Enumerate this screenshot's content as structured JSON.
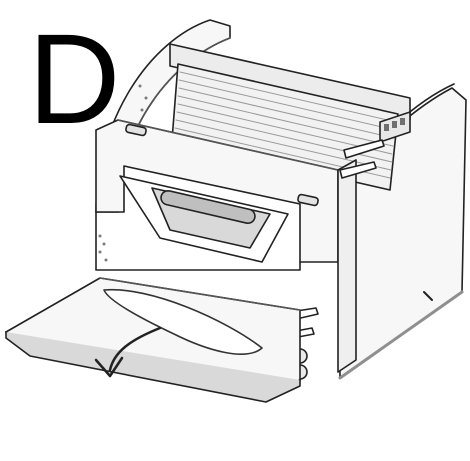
{
  "step_label": "D",
  "illustration": {
    "subject": "machine-with-front-tray",
    "arrow_direction": "down-left",
    "colors": {
      "outline": "#222222",
      "body": "#f7f7f7",
      "shadow": "#d9d9d9",
      "dark": "#8f8f8f",
      "highlight": "#ffffff"
    }
  }
}
